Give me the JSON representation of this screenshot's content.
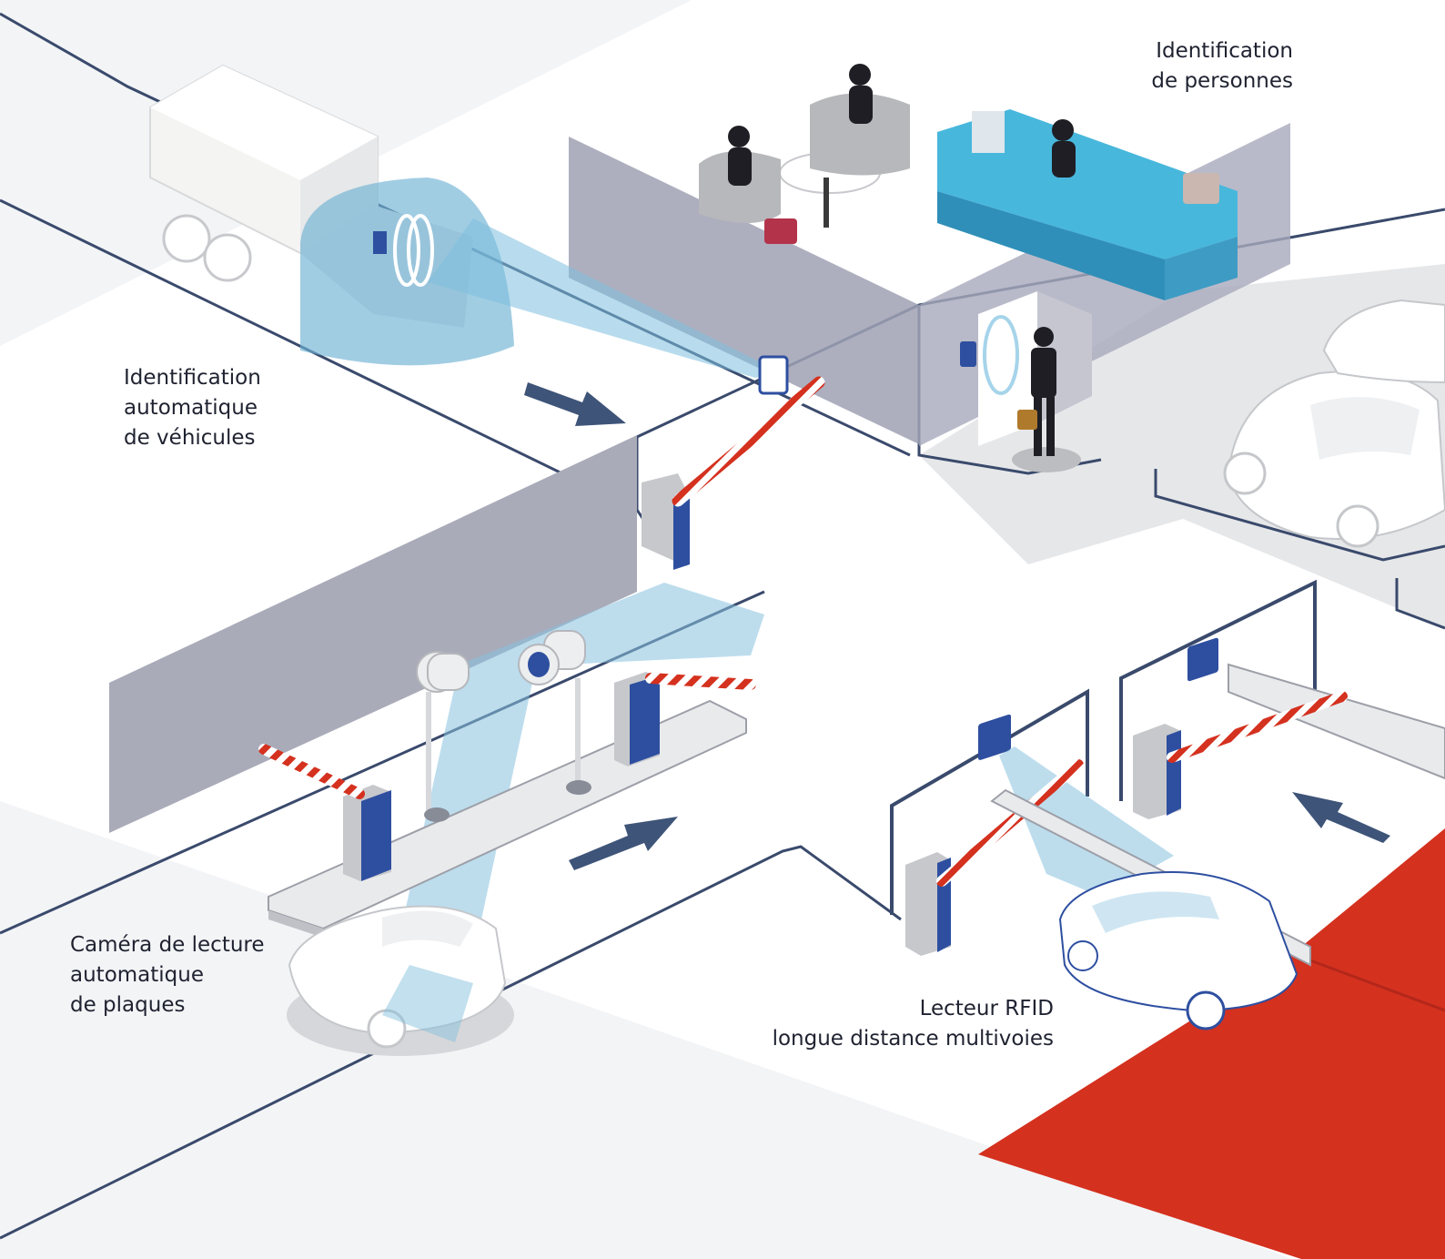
{
  "palette": {
    "accent_red": "#d4311f",
    "line_navy": "#3a4a6c",
    "wall_gray": "#a9abb9",
    "beam_blue": "#8cc3de",
    "barrier_blue": "#2e4fa0",
    "floor_gray": "#ebeced"
  },
  "icons": [
    "truck-icon",
    "car-icon",
    "camera-icon",
    "barrier-gate-icon",
    "rfid-reader-icon",
    "badge-reader-icon",
    "reception-desk-icon",
    "person-icon",
    "direction-arrow-icon"
  ],
  "labels": {
    "persons": [
      "Identification",
      "de personnes"
    ],
    "vehicles": [
      "Identification",
      "automatique",
      "de véhicules"
    ],
    "plates": [
      "Caméra de lecture",
      "automatique",
      "de plaques"
    ],
    "rfid": [
      "Lecteur RFID",
      "longue distance multivoies"
    ]
  }
}
